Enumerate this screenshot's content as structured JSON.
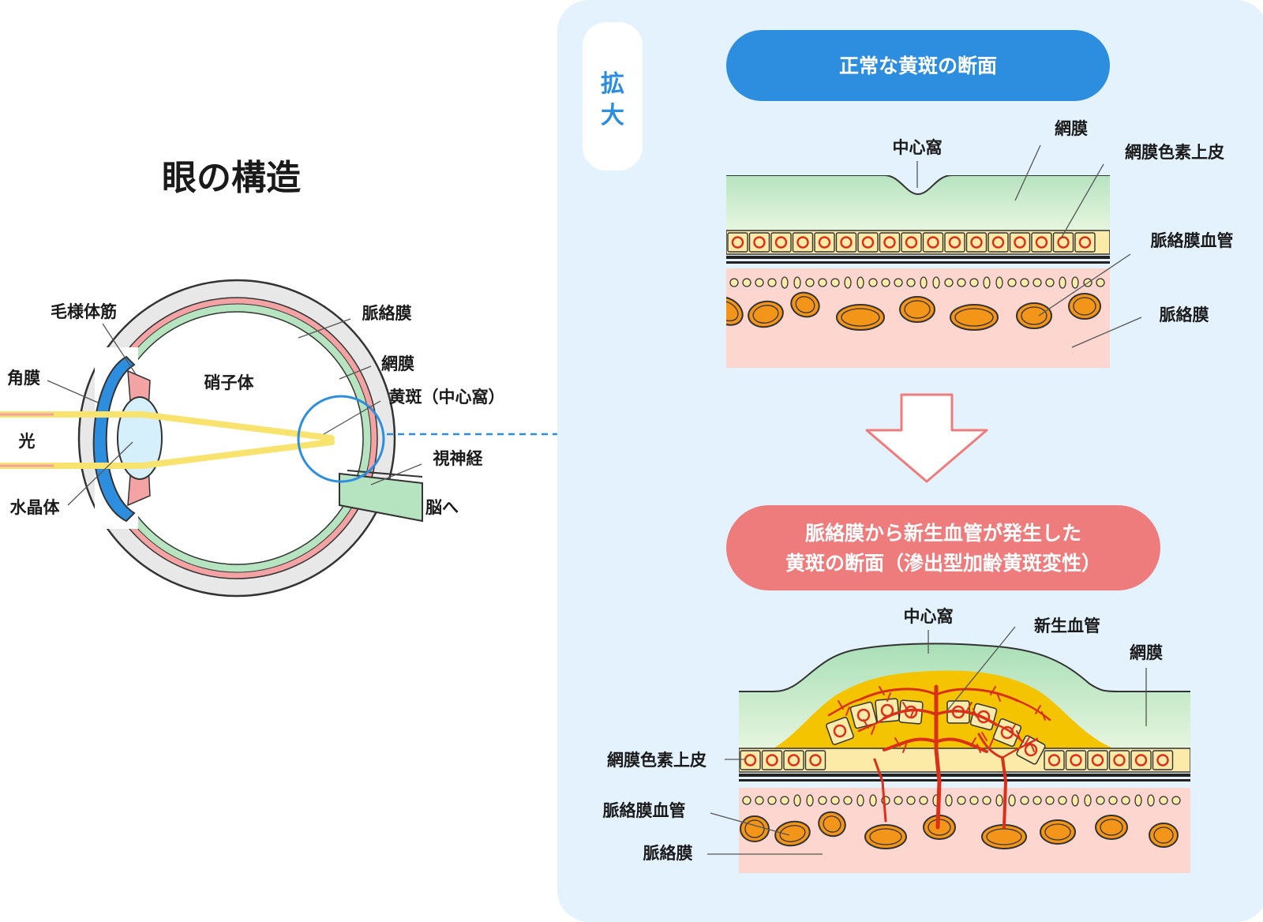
{
  "left": {
    "title": "眼の構造",
    "labels": {
      "ciliary_muscle": "毛様体筋",
      "cornea": "角膜",
      "light": "光",
      "lens": "水晶体",
      "vitreous": "硝子体",
      "choroid": "脈絡膜",
      "retina": "網膜",
      "macula": "黄斑（中心窩）",
      "optic_nerve": "視神経",
      "to_brain": "脳へ"
    }
  },
  "zoom_badge": {
    "char1": "拡",
    "char2": "大"
  },
  "normal": {
    "title": "正常な黄斑の断面",
    "labels": {
      "fovea": "中心窩",
      "retina": "網膜",
      "rpe": "網膜色素上皮",
      "choroid_vessel": "脈絡膜血管",
      "choroid": "脈絡膜"
    }
  },
  "amd": {
    "title_line1": "脈絡膜から新生血管が発生した",
    "title_line2": "黄斑の断面（滲出型加齢黄斑変性）",
    "labels": {
      "fovea": "中心窩",
      "neovessel": "新生血管",
      "retina": "網膜",
      "rpe": "網膜色素上皮",
      "choroid_vessel": "脈絡膜血管",
      "choroid": "脈絡膜"
    }
  },
  "colors": {
    "panel_bg": "#e3f2fd",
    "blue_pill": "#2d8ee0",
    "red_pill": "#ef7c7c",
    "retina_green": "#b6e3c0",
    "rpe_yellow": "#fbeaa8",
    "choroid_pink": "#fdd6d0",
    "vessel_orange": "#f39519",
    "neovessel_red": "#d8301a",
    "fluid_yellow": "#f5c400",
    "cornea_blue": "#2d8ee0",
    "sclera_gray": "#e8e8e8",
    "iris_red": "#f3a3a3",
    "light_yellow": "#f7e36e"
  }
}
